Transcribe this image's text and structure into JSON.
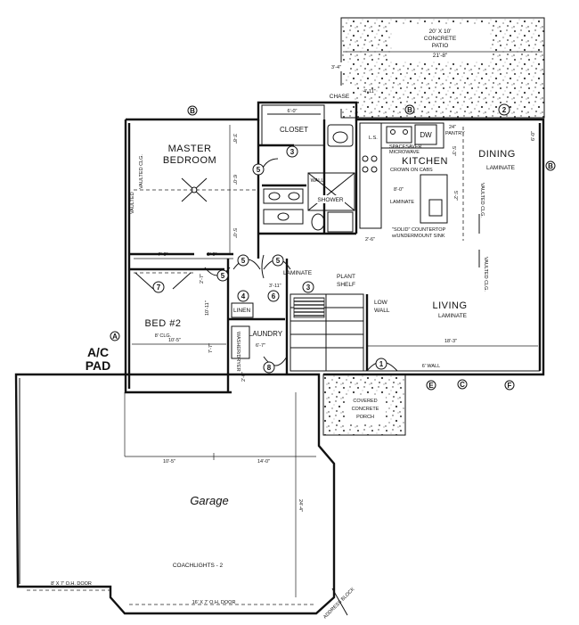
{
  "rooms": {
    "patio_size": "20' X 10'",
    "patio_material": "CONCRETE",
    "patio_name": "PATIO",
    "patio_width": "21'-8\"",
    "chase": "CHASE",
    "chase_dim": "4'-11\"",
    "patio_dim2": "3'-4\"",
    "master_1": "MASTER",
    "master_2": "BEDROOM",
    "closet": "CLOSET",
    "closet_dim": "6'-0\"",
    "wall_label": "WALL",
    "shower": "SHOWER",
    "kitchen": "KITCHEN",
    "dining": "DINING",
    "dining_floor": "LAMINATE",
    "kitchen_floor": "LAMINATE",
    "living_1": "LIVING",
    "living_2": "LAMINATE",
    "bed2": "BED #2",
    "bed2_ceiling": "8' CLG.",
    "linen": "LINEN",
    "laundry": "LAUNDRY",
    "plant_1": "PLANT",
    "plant_2": "SHELF",
    "low_1": "LOW",
    "low_2": "WALL",
    "hall_floor": "LAMINATE",
    "ac_1": "A/C",
    "ac_2": "PAD",
    "porch_1": "COVERED",
    "porch_2": "CONCRETE",
    "porch_3": "PORCH",
    "garage": "Garage",
    "coachlights": "COACHLIGHTS - 2",
    "door_small": "8' X 7' O.H. DOOR",
    "door_big": "16' X 7' O.H. DOOR",
    "address": "ADDRESS BLOCK",
    "spacesaver_1": "SPACESAVER",
    "spacesaver_2": "MICROWAVE",
    "crown": "CROWN ON CABS",
    "dw": "DW",
    "pantry_dim": "24\"",
    "pantry": "PANTRY",
    "ls": "L.S.",
    "counter_1": "\"SOLID\" COUNTERTOP",
    "counter_2": "w/UNDERMOUNT SINK",
    "wall_6": "6' WALL",
    "vaulted_1": "VAULTED",
    "vaulted_2": "VAULTED CLG.",
    "vaulted_3": "VAULTED CLG.",
    "vaulted_4": "VAULTED CLG.",
    "washer": "WASHER/DRYER"
  },
  "dims": {
    "d1": "3'-8\"",
    "d2": "6'-0\"",
    "d3": "5'-0\"",
    "d4": "7'-0\"",
    "d5": "2'-9\"",
    "d6": "10'-5\"",
    "d7": "7'-7\"",
    "d8": "6'-7\"",
    "d9": "3'-11\"",
    "d10": "2'-0\"",
    "d11": "18'-3\"",
    "d12": "10'-5\"",
    "d13": "14'-0\"",
    "d14": "24'-4\"",
    "d15": "8'-0\"",
    "d16": "5'-3\"",
    "d17": "5'-2\"",
    "d18": "2'-6\"",
    "d19": "6'-0\"",
    "d20": "2'-7\"",
    "d21": "10'-11\"",
    "d22": "6'-0\""
  },
  "tags": {
    "b": "B",
    "c": "C",
    "e": "E",
    "f": "F",
    "n1": "1",
    "n2": "2",
    "n3": "3",
    "n4": "4",
    "n5": "5",
    "n6": "6",
    "n7": "7",
    "n8": "8"
  }
}
